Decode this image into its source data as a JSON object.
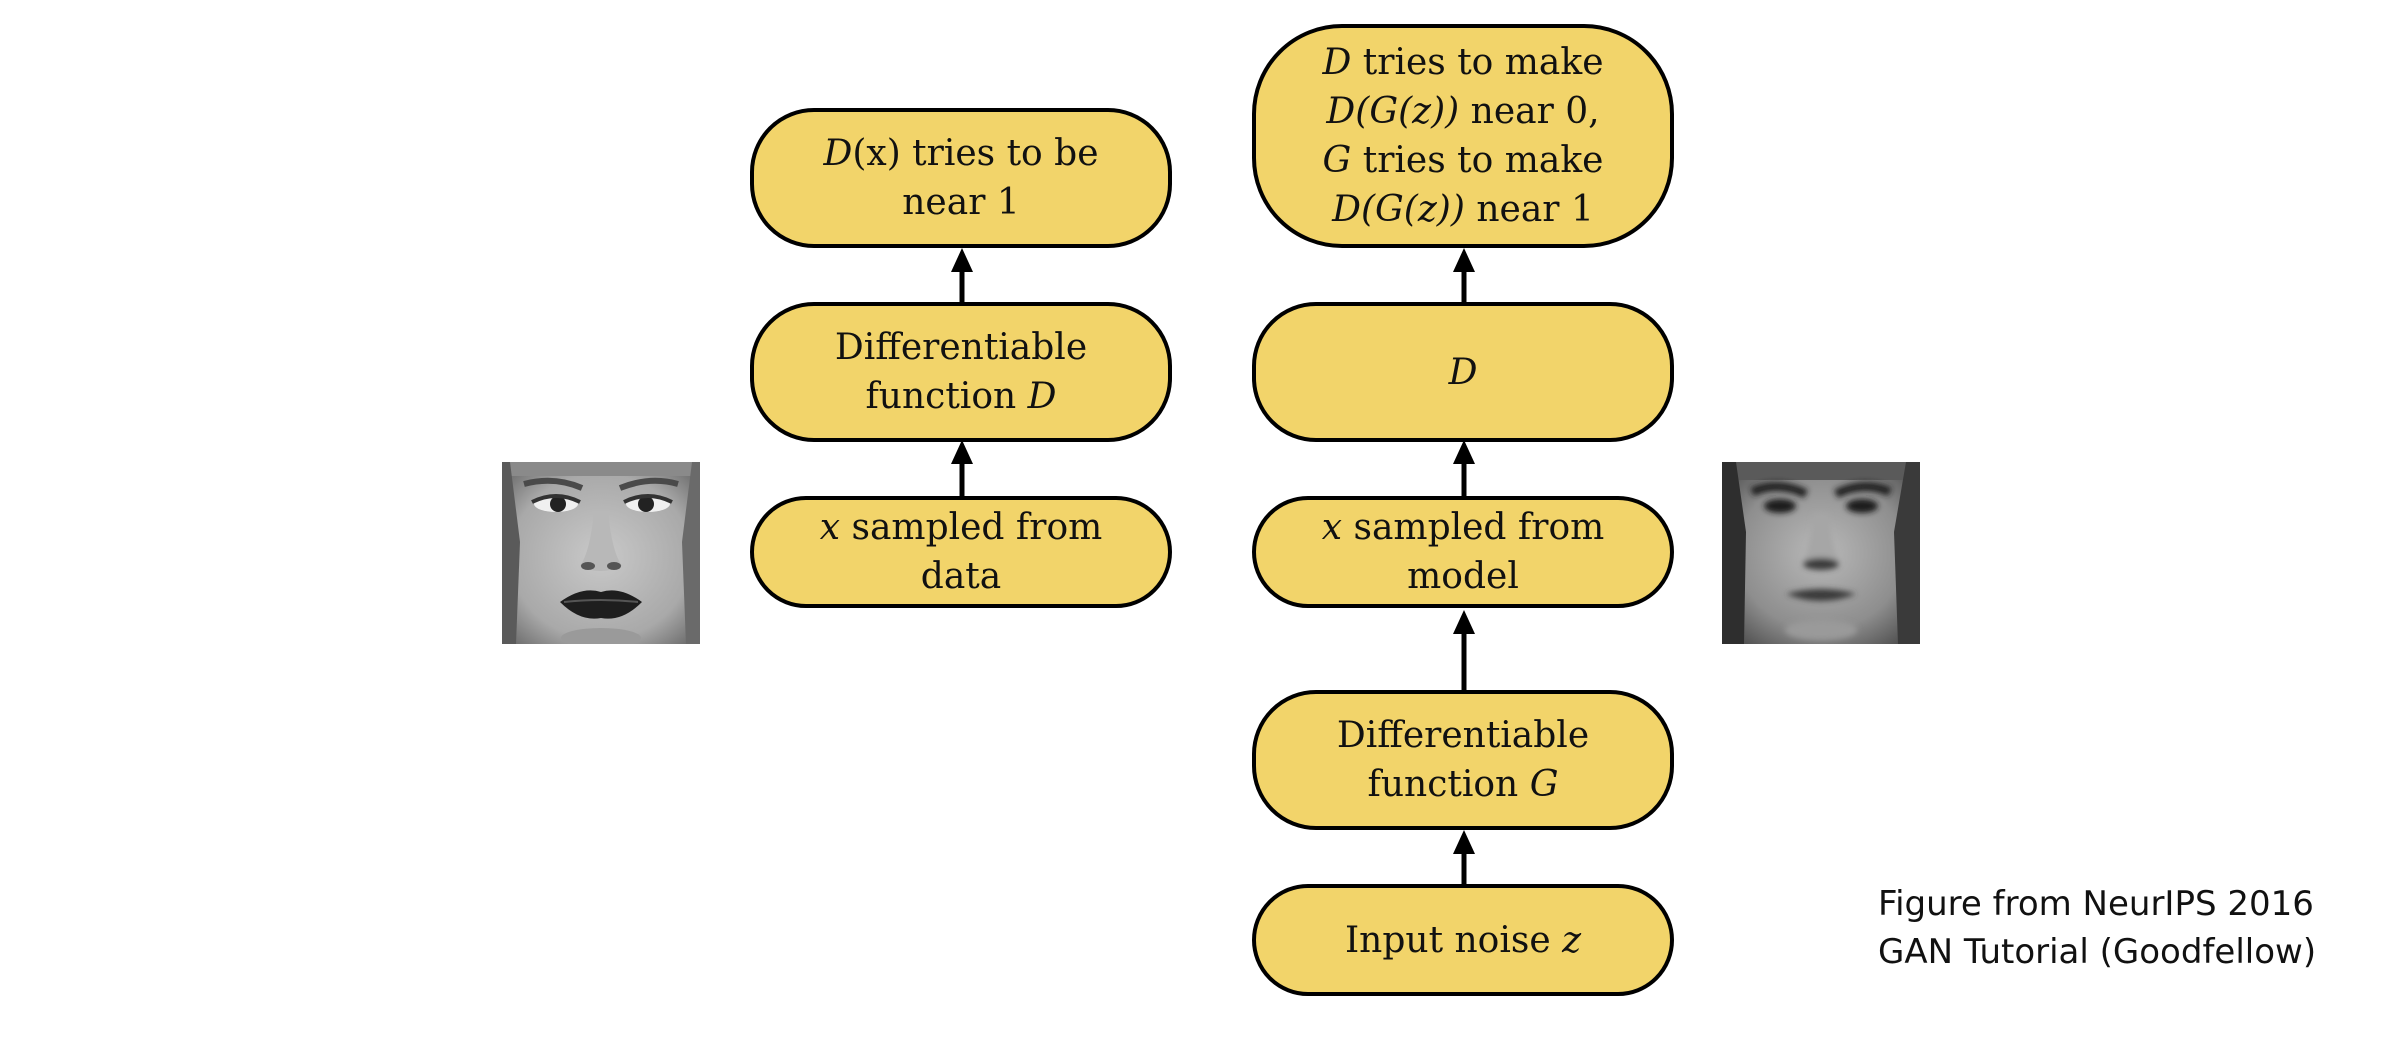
{
  "diagram": {
    "real_branch": {
      "output_node": {
        "line1_sym": "D",
        "line1_rest": "(x) tries to be",
        "line2": "near 1"
      },
      "discriminator_node": {
        "line1": "Differentiable",
        "line2_text": "function ",
        "line2_sym": "D"
      },
      "sample_node": {
        "line1_sym": "x",
        "line1_rest": " sampled from",
        "line2": "data"
      }
    },
    "fake_branch": {
      "output_node": {
        "line1_sym": "D",
        "line1_rest": " tries to make",
        "line2_sym": "D(G(z))",
        "line2_rest": " near 0,",
        "line3_sym": "G",
        "line3_rest": " tries to make",
        "line4_sym": "D(G(z))",
        "line4_rest": " near 1"
      },
      "discriminator_node": {
        "label_sym": "D"
      },
      "sample_node": {
        "line1_sym": "x",
        "line1_rest": " sampled from",
        "line2": "model"
      },
      "generator_node": {
        "line1": "Differentiable",
        "line2_text": "function ",
        "line2_sym": "G"
      },
      "noise_node": {
        "line1_text": "Input noise ",
        "line1_sym": "z"
      }
    }
  },
  "caption": {
    "line1": "Figure from NeurIPS 2016",
    "line2": "GAN Tutorial (Goodfellow)"
  },
  "colors": {
    "node_fill": "#f2d46a",
    "node_stroke": "#000000",
    "arrow": "#000000"
  },
  "images": {
    "left": "real-face-photo",
    "right": "generated-face-photo"
  }
}
